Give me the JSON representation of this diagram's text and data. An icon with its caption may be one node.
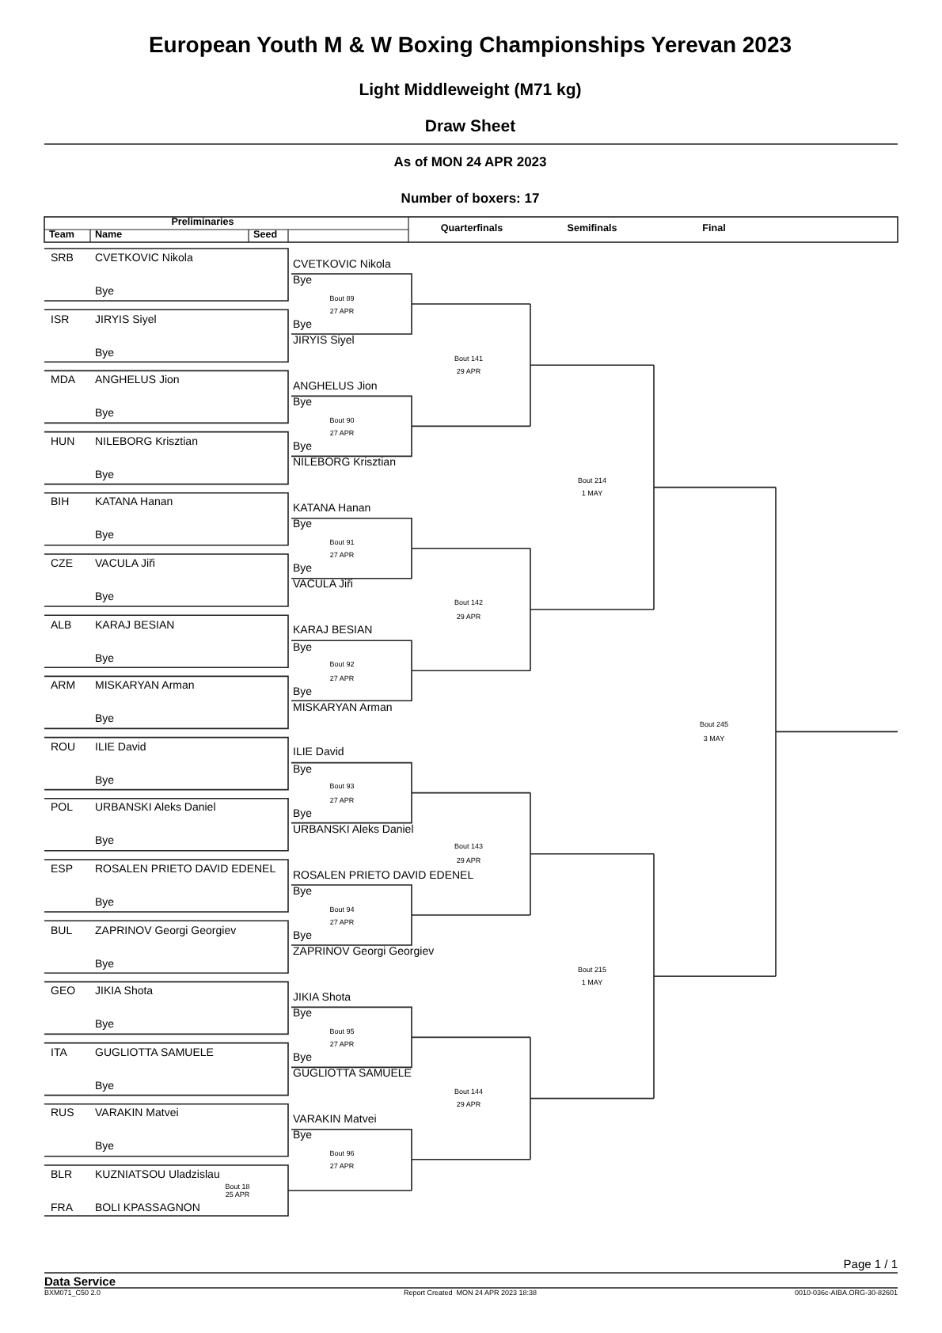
{
  "diagram": {
    "title": "European Youth M & W Boxing Championships Yerevan 2023",
    "labels": [
      "Light Middleweight (M71 kg)",
      "Draw Sheet",
      "As of MON 24 APR 2023",
      "Number of boxers: 17",
      "Preliminaries",
      "Quarterfinals",
      "Semifinals",
      "Final",
      "Team",
      "Name",
      "Seed",
      "SRB",
      "CVETKOVIC Nikola",
      "Bye",
      "ISR",
      "JIRYIS Siyel",
      "Bye",
      "MDA",
      "ANGHELUS Jion",
      "Bye",
      "HUN",
      "NILEBORG Krisztian",
      "Bye",
      "BIH",
      "KATANA Hanan",
      "Bye",
      "CZE",
      "VACULA Jiři",
      "Bye",
      "ALB",
      "KARAJ BESIAN",
      "Bye",
      "ARM",
      "MISKARYAN Arman",
      "Bye",
      "ROU",
      "ILIE David",
      "Bye",
      "POL",
      "URBANSKI Aleks Daniel",
      "Bye",
      "ESP",
      "ROSALEN PRIETO DAVID EDENEL",
      "Bye",
      "BUL",
      "ZAPRINOV Georgi Georgiev",
      "Bye",
      "GEO",
      "JIKIA Shota",
      "Bye",
      "ITA",
      "GUGLIOTTA SAMUELE",
      "Bye",
      "RUS",
      "VARAKIN Matvei",
      "Bye",
      "BLR",
      "KUZNIATSOU Uladzislau",
      "Bout 18",
      "25 APR",
      "FRA",
      "BOLI KPASSAGNON",
      "CVETKOVIC Nikola",
      "Bye",
      "Bout 89",
      "27 APR",
      "Bye",
      "JIRYIS Siyel",
      "ANGHELUS Jion",
      "Bye",
      "Bout 90",
      "27 APR",
      "Bye",
      "NILEBORG Krisztian",
      "KATANA Hanan",
      "Bye",
      "Bout 91",
      "27 APR",
      "Bye",
      "VACULA Jiři",
      "KARAJ BESIAN",
      "Bye",
      "Bout 92",
      "27 APR",
      "Bye",
      "MISKARYAN Arman",
      "ILIE David",
      "Bye",
      "Bout 93",
      "27 APR",
      "Bye",
      "URBANSKI Aleks Daniel",
      "ROSALEN PRIETO DAVID EDENEL",
      "Bye",
      "Bout 94",
      "27 APR",
      "Bye",
      "ZAPRINOV Georgi Georgiev",
      "JIKIA Shota",
      "Bye",
      "Bout 95",
      "27 APR",
      "Bye",
      "GUGLIOTTA SAMUELE",
      "VARAKIN Matvei",
      "Bye",
      "Bout 96",
      "27 APR",
      "Bout 141",
      "29 APR",
      "Bout 142",
      "29 APR",
      "Bout 143",
      "29 APR",
      "Bout 144",
      "29 APR",
      "Bout 214",
      "1 MAY",
      "Bout 215",
      "1 MAY",
      "Bout 245",
      "3 MAY",
      "Page 1 / 1",
      "Data Service",
      "BXM071_C50 2.0",
      "Report Created  MON 24 APR 2023 18:38",
      "0010-036c-AIBA.ORG-30-82601"
    ]
  }
}
